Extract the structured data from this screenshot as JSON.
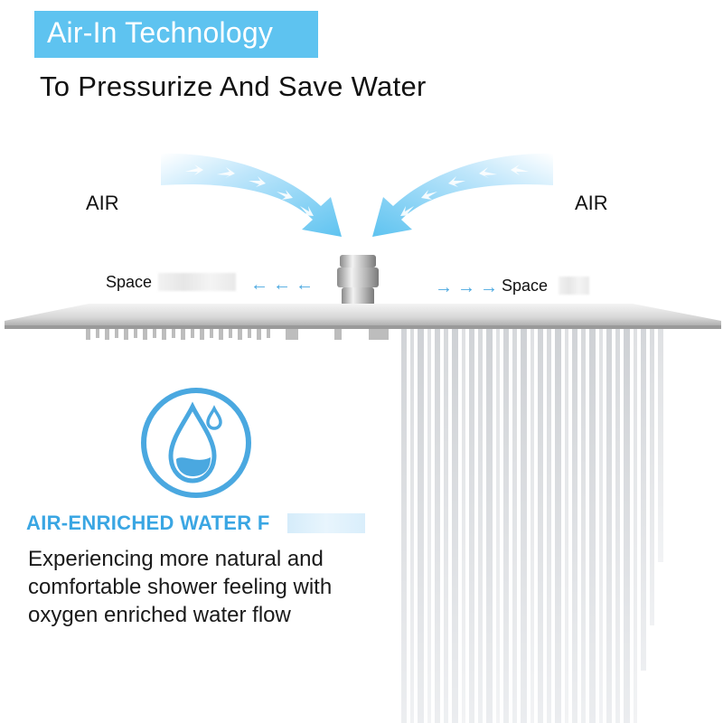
{
  "header": {
    "badge_text": "Air-In Technology",
    "badge_color": "#5ec3f0",
    "subtitle": "To Pressurize And Save Water"
  },
  "diagram": {
    "air_left": "AIR",
    "air_right": "AIR",
    "space_left": "Space",
    "space_right": "Space",
    "arrows_left": "←←←",
    "arrows_right": "→→→",
    "arrow_color": "#4aa8e0"
  },
  "feature": {
    "icon": "water-drop-icon",
    "title": "AIR-ENRICHED WATER F",
    "title_color": "#3aa6e3",
    "description_lines": [
      "Experiencing more natural and",
      "comfortable shower feeling with",
      "oxygen enriched water flow"
    ]
  }
}
